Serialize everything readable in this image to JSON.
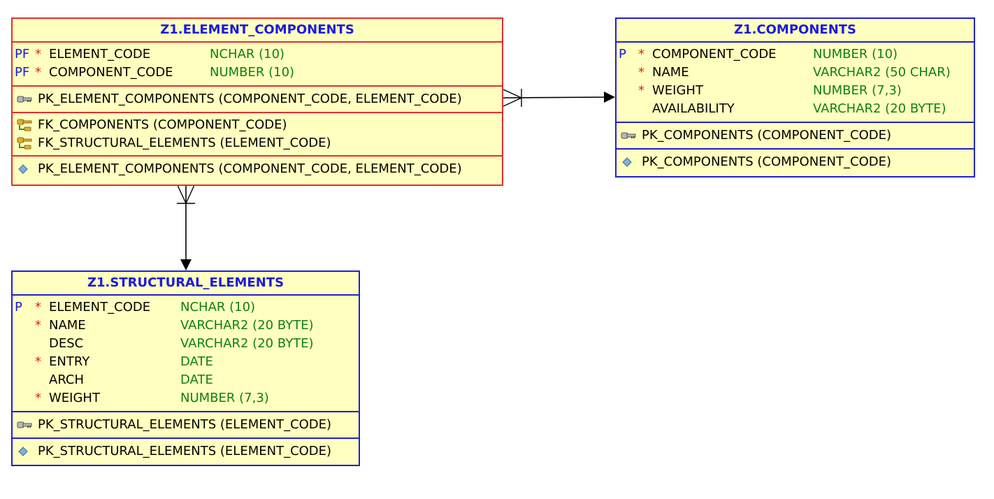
{
  "element_components": {
    "title": "Z1.ELEMENT_COMPONENTS",
    "columns": [
      {
        "flag": "PF",
        "req": "*",
        "name": "ELEMENT_CODE",
        "type": "NCHAR (10)"
      },
      {
        "flag": "PF",
        "req": "*",
        "name": "COMPONENT_CODE",
        "type": "NUMBER (10)"
      }
    ],
    "pk": "PK_ELEMENT_COMPONENTS (COMPONENT_CODE, ELEMENT_CODE)",
    "fks": [
      "FK_COMPONENTS (COMPONENT_CODE)",
      "FK_STRUCTURAL_ELEMENTS (ELEMENT_CODE)"
    ],
    "index": "PK_ELEMENT_COMPONENTS (COMPONENT_CODE, ELEMENT_CODE)"
  },
  "components": {
    "title": "Z1.COMPONENTS",
    "columns": [
      {
        "flag": "P",
        "req": "*",
        "name": "COMPONENT_CODE",
        "type": "NUMBER (10)"
      },
      {
        "flag": "",
        "req": "*",
        "name": "NAME",
        "type": "VARCHAR2 (50 CHAR)"
      },
      {
        "flag": "",
        "req": "*",
        "name": "WEIGHT",
        "type": "NUMBER (7,3)"
      },
      {
        "flag": "",
        "req": "",
        "name": "AVAILABILITY",
        "type": "VARCHAR2 (20 BYTE)"
      }
    ],
    "pk": "PK_COMPONENTS (COMPONENT_CODE)",
    "index": "PK_COMPONENTS (COMPONENT_CODE)"
  },
  "structural_elements": {
    "title": "Z1.STRUCTURAL_ELEMENTS",
    "columns": [
      {
        "flag": "P",
        "req": "*",
        "name": "ELEMENT_CODE",
        "type": "NCHAR (10)"
      },
      {
        "flag": "",
        "req": "*",
        "name": "NAME",
        "type": "VARCHAR2 (20 BYTE)"
      },
      {
        "flag": "",
        "req": "",
        "name": "DESC",
        "type": "VARCHAR2 (20 BYTE)"
      },
      {
        "flag": "",
        "req": "*",
        "name": "ENTRY",
        "type": "DATE"
      },
      {
        "flag": "",
        "req": "",
        "name": "ARCH",
        "type": "DATE"
      },
      {
        "flag": "",
        "req": "*",
        "name": "WEIGHT",
        "type": "NUMBER (7,3)"
      }
    ],
    "pk": "PK_STRUCTURAL_ELEMENTS (ELEMENT_CODE)",
    "index": "PK_STRUCTURAL_ELEMENTS (ELEMENT_CODE)"
  },
  "icons": {
    "pk": "key-icon",
    "fk": "foreign-key-icon",
    "index": "index-diamond-icon"
  },
  "colors": {
    "entity_fill": "#ffffc0",
    "selected_border": "#e03030",
    "border": "#2020d0",
    "title": "#1a1ae0",
    "datatype": "#108010",
    "required": "#e02020"
  }
}
